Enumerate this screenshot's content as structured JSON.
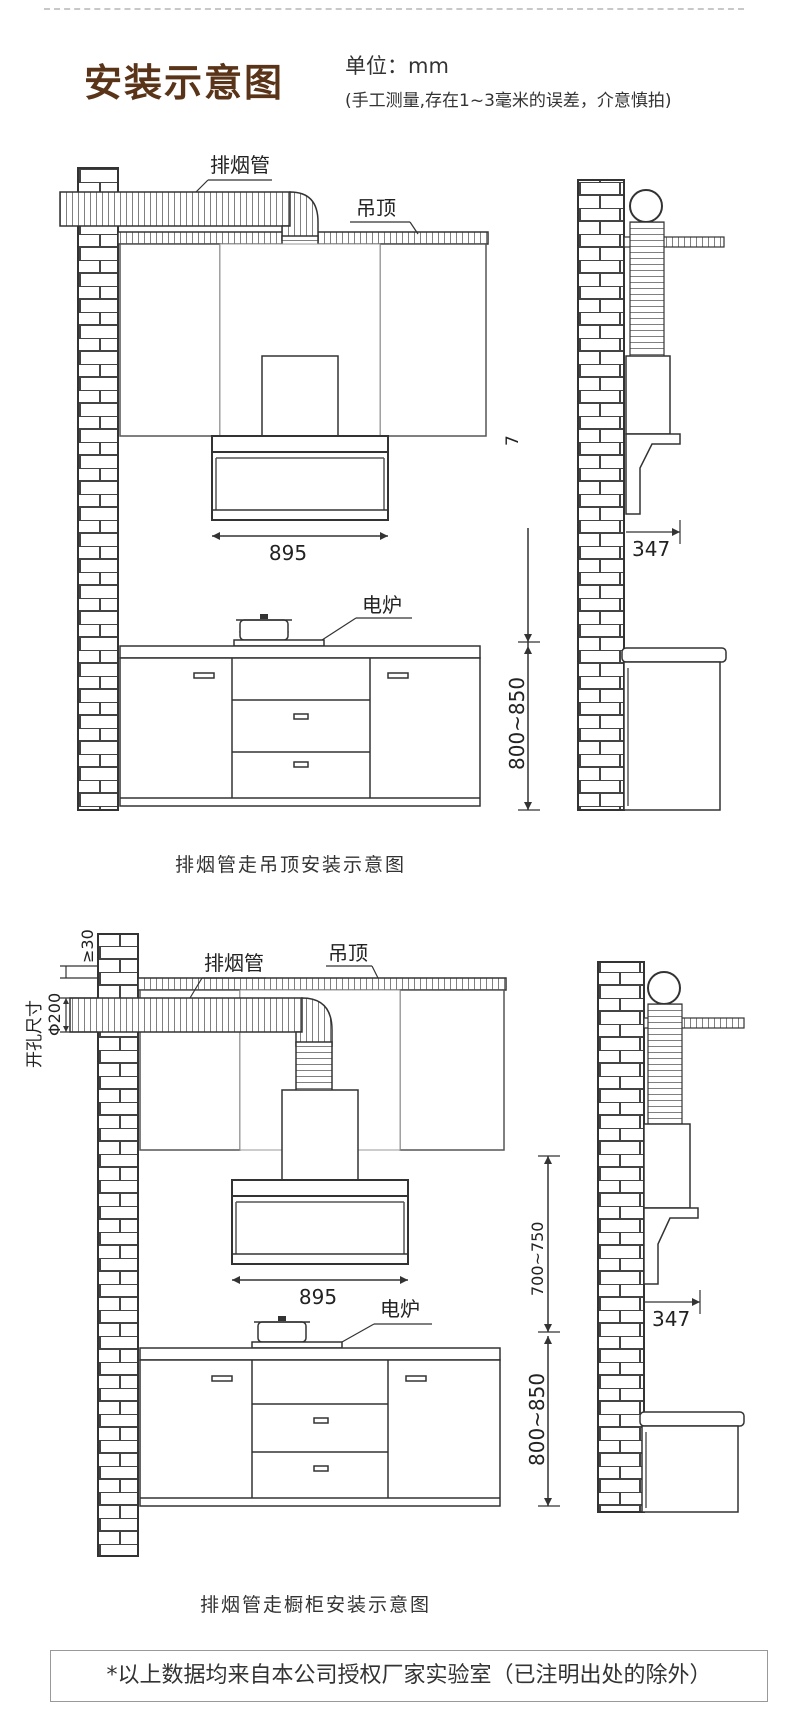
{
  "header": {
    "title": "安装示意图",
    "unit": "单位：mm",
    "note": "(手工测量,存在1~3毫米的误差，介意慎拍)"
  },
  "diagram1": {
    "exhaust_pipe": "排烟管",
    "ceiling": "吊顶",
    "stove": "电炉",
    "width": "895",
    "height_mark": "7",
    "depth": "347",
    "counter_height": "800~850",
    "caption": "排烟管走吊顶安装示意图"
  },
  "diagram2": {
    "exhaust_pipe": "排烟管",
    "ceiling": "吊顶",
    "stove": "电炉",
    "hole_label": "开孔尺寸",
    "hole_offset": "≥30",
    "hole_diameter": "Φ200",
    "width": "895",
    "hood_height": "700~750",
    "depth": "347",
    "counter_height": "800~850",
    "caption": "排烟管走橱柜安装示意图"
  },
  "footer": {
    "disclaimer": "*以上数据均来自本公司授权厂家实验室（已注明出处的除外）"
  }
}
